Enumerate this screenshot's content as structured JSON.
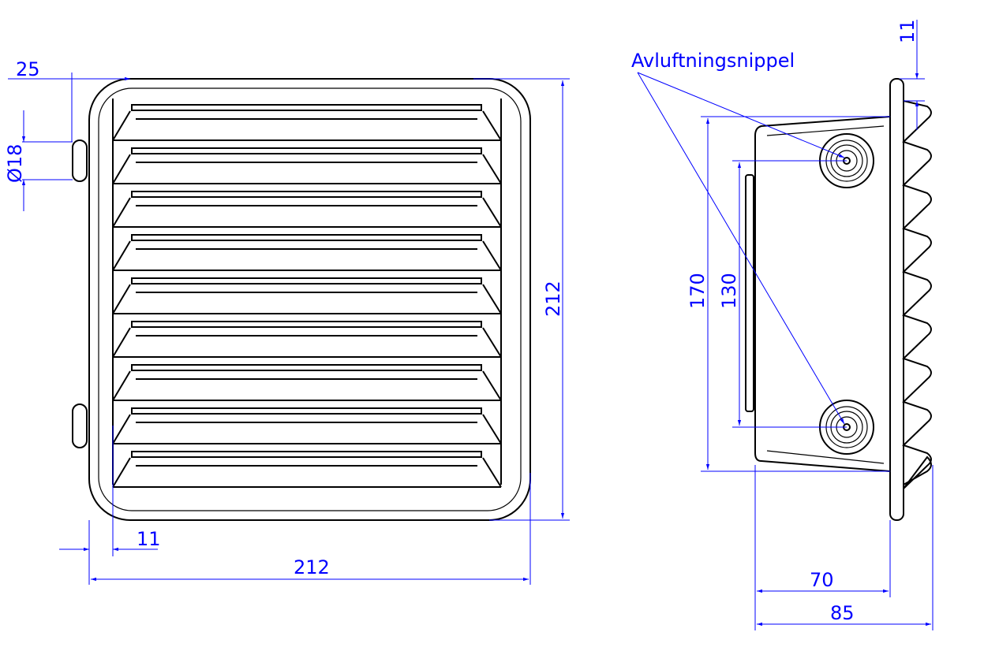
{
  "drawing": {
    "front_view": {
      "dim_offset_top": "25",
      "dim_diameter": "Ø18",
      "dim_height": "212",
      "dim_frame_offset": "11",
      "dim_width": "212",
      "louver_count": 9
    },
    "side_view": {
      "callout_label": "Avluftningsnippel",
      "dim_flange": "11",
      "dim_body_height": "170",
      "dim_nipple_spacing": "130",
      "dim_body_depth": "70",
      "dim_total_depth": "85"
    },
    "colors": {
      "outline": "#000000",
      "dimension": "#0000ff"
    }
  }
}
